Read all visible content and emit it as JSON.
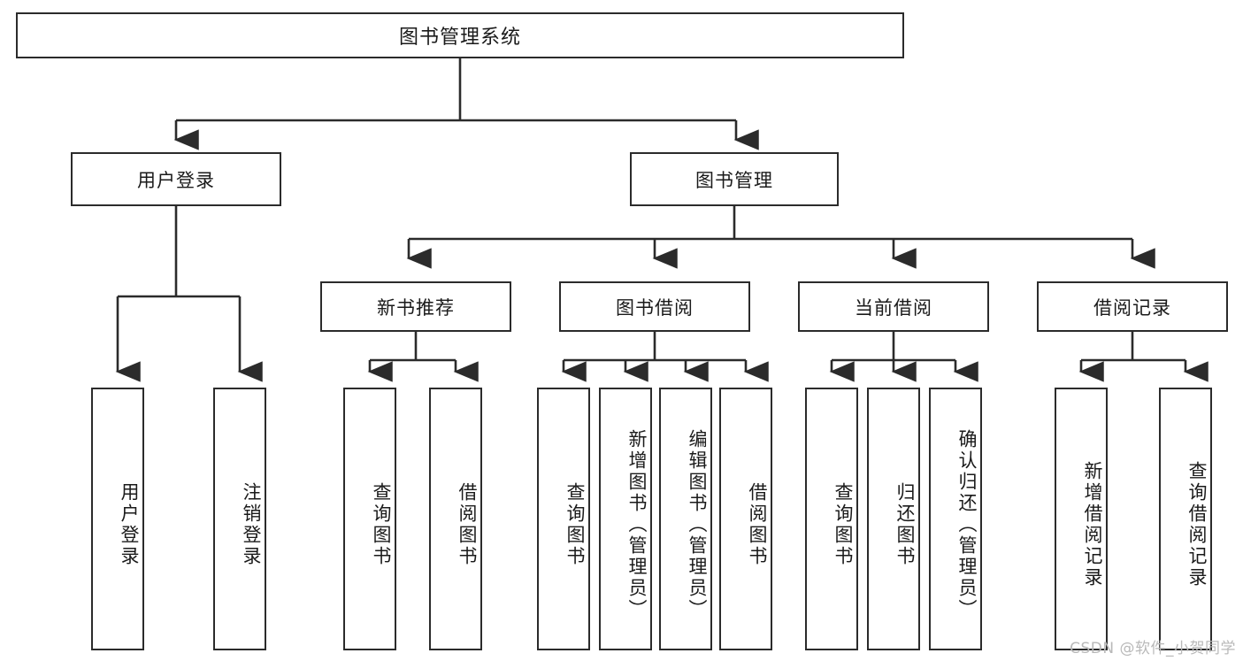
{
  "diagram": {
    "title": "图书管理系统",
    "type": "tree-hierarchy-chart",
    "line_color": "#2b2b2b",
    "box_fill": "#ffffff",
    "text_color": "#1a1a1a"
  },
  "nodes": {
    "root": {
      "label": "图书管理系统"
    },
    "level2": [
      {
        "label": "用户登录"
      },
      {
        "label": "图书管理"
      }
    ],
    "level3": [
      {
        "label": "新书推荐"
      },
      {
        "label": "图书借阅"
      },
      {
        "label": "当前借阅"
      },
      {
        "label": "借阅记录"
      }
    ],
    "leaves": {
      "user_login": [
        {
          "label": "用户登录"
        },
        {
          "label": "注销登录"
        }
      ],
      "new_book_recommend": [
        {
          "label": "查询图书"
        },
        {
          "label": "借阅图书"
        }
      ],
      "book_borrow": [
        {
          "label": "查询图书"
        },
        {
          "label": "新增图书（管理员）"
        },
        {
          "label": "编辑图书（管理员）"
        },
        {
          "label": "借阅图书"
        }
      ],
      "current_borrow": [
        {
          "label": "查询图书"
        },
        {
          "label": "归还图书"
        },
        {
          "label": "确认归还（管理员）"
        }
      ],
      "borrow_record": [
        {
          "label": "新增借阅记录"
        },
        {
          "label": "查询借阅记录"
        }
      ]
    }
  },
  "watermark": {
    "text": "CSDN @软件_小贺同学"
  }
}
